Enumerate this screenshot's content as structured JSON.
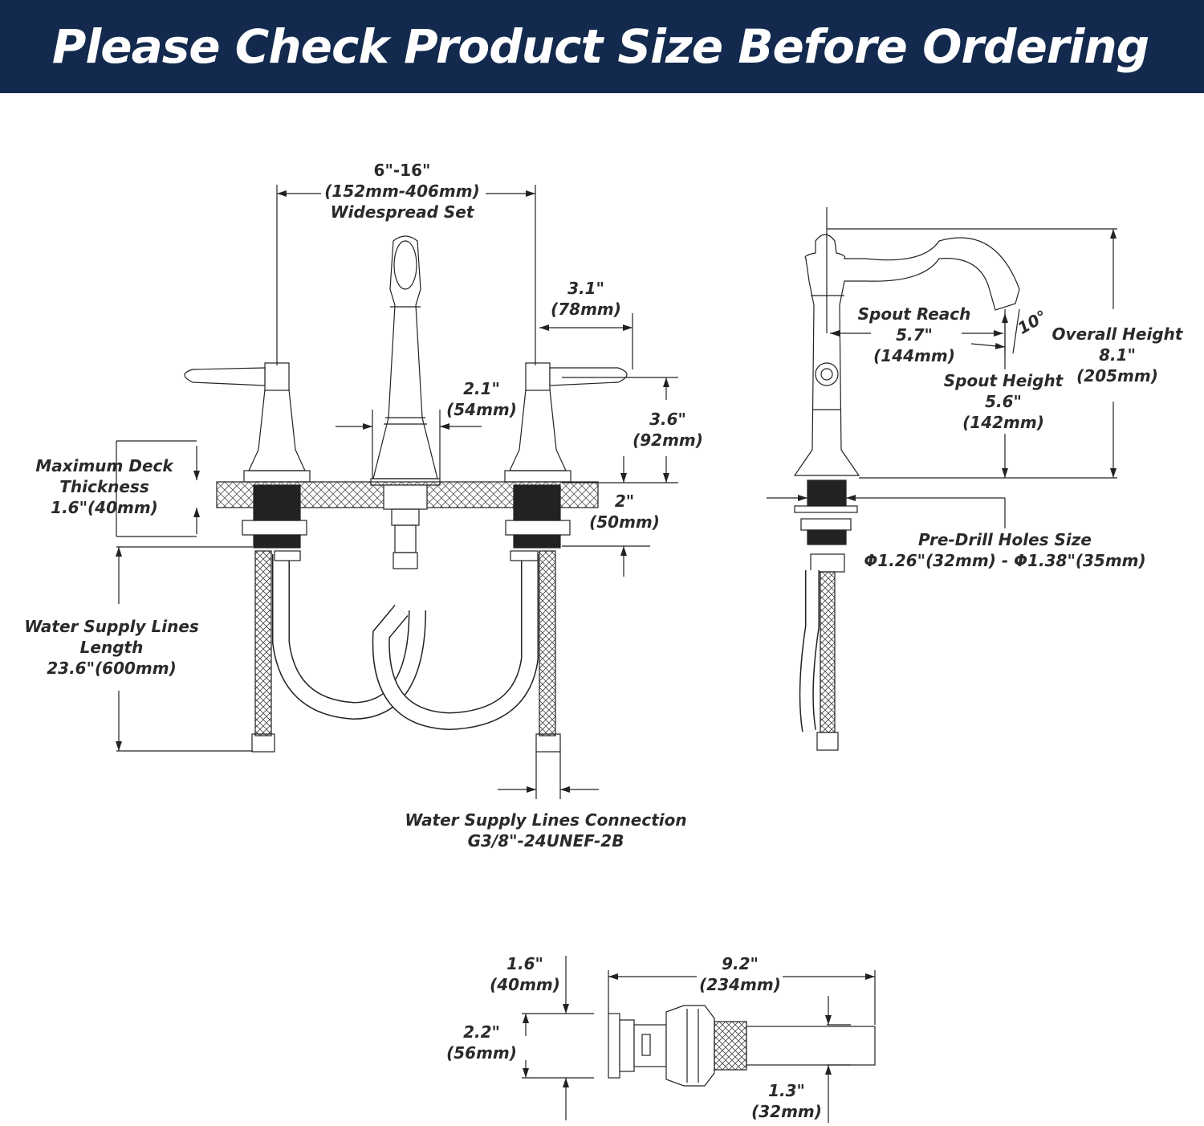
{
  "banner": {
    "title": "Please Check Product Size Before Ordering",
    "background": "#132a4e"
  },
  "front_view": {
    "widespread": {
      "line1": "6\"-16\"",
      "line2": "(152mm-406mm)",
      "line3": "Widespread Set"
    },
    "handle_reach": {
      "line1": "3.1\"",
      "line2": "(78mm)"
    },
    "spout_base": {
      "line1": "2.1\"",
      "line2": "(54mm)"
    },
    "handle_height": {
      "line1": "3.6\"",
      "line2": "(92mm)"
    },
    "deck_thickness": {
      "line1": "Maximum Deck",
      "line2": "Thickness",
      "line3": "1.6\"(40mm)"
    },
    "shank_length": {
      "line1": "2\"",
      "line2": "(50mm)"
    },
    "supply_length": {
      "line1": "Water Supply Lines",
      "line2": "Length",
      "line3": "23.6\"(600mm)"
    },
    "connection": {
      "line1": "Water Supply Lines Connection",
      "line2": "G3/8\"-24UNEF-2B"
    }
  },
  "side_view": {
    "spout_reach": {
      "line1": "Spout Reach",
      "line2": "5.7\"",
      "line3": "(144mm)"
    },
    "angle": "10°",
    "overall_height": {
      "line1": "Overall Height",
      "line2": "8.1\"",
      "line3": "(205mm)"
    },
    "spout_height": {
      "line1": "Spout Height",
      "line2": "5.6\"",
      "line3": "(142mm)"
    },
    "predrill": {
      "line1": "Pre-Drill Holes Size",
      "line2": "Φ1.26\"(32mm) - Φ1.38\"(35mm)"
    }
  },
  "drain_view": {
    "flange_height": {
      "line1": "1.6\"",
      "line2": "(40mm)"
    },
    "length": {
      "line1": "9.2\"",
      "line2": "(234mm)"
    },
    "flange_dia": {
      "line1": "2.2\"",
      "line2": "(56mm)"
    },
    "pipe_dia": {
      "line1": "1.3\"",
      "line2": "(32mm)"
    }
  }
}
